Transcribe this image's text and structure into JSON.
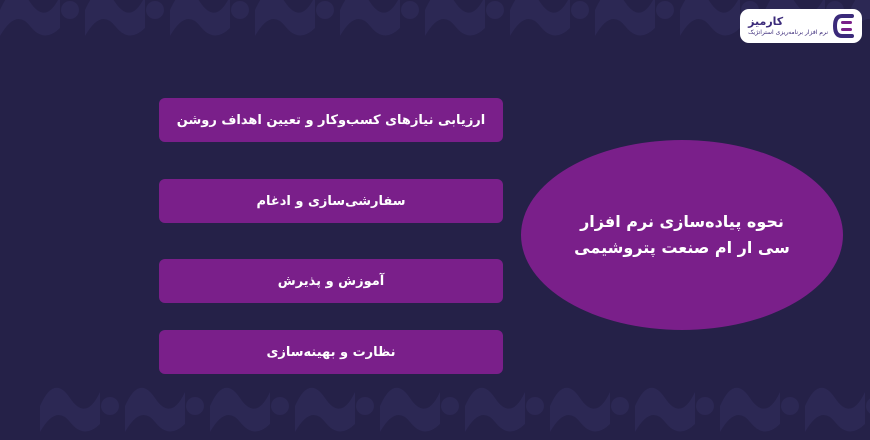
{
  "colors": {
    "background": "#252148",
    "pattern": "#2c2854",
    "box_fill": "#7a1f8a",
    "text": "#ffffff",
    "logo_card": "#ffffff",
    "logo_accent": "#3b2a7a"
  },
  "logo": {
    "icon": "karmiz-logo-icon",
    "name": "کارمیز",
    "tagline": "نرم افزار برنامه‌ریزی استراتژیک"
  },
  "center": {
    "line1": "نحوه پیاده‌سازی نرم افزار",
    "line2": "سی ار ام صنعت پتروشیمی"
  },
  "steps": [
    {
      "label": "ارزیابی نیازهای کسب‌وکار و تعیین اهداف روشن"
    },
    {
      "label": "سفارشی‌سازی و ادغام"
    },
    {
      "label": "آموزش و پذیرش"
    },
    {
      "label": "نظارت و بهینه‌سازی"
    }
  ]
}
